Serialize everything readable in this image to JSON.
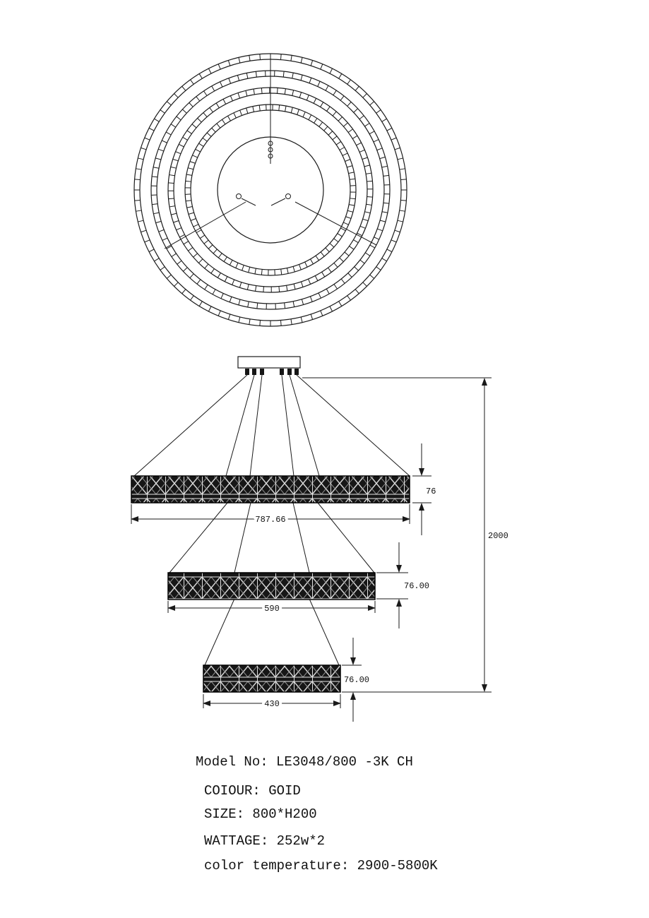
{
  "drawing": {
    "dimensions": {
      "tier1_width": "787.66",
      "tier1_height": "76",
      "tier2_width": "590",
      "tier2_height": "76.00",
      "tier3_width": "430",
      "tier3_height": "76.00",
      "overall_height": "2000"
    }
  },
  "specs": {
    "model": "Model No: LE3048/800 -3K  CH",
    "colour": "COIOUR:  GOID",
    "size": "SIZE:  800*H200",
    "wattage": "WATTAGE: 252w*2",
    "color_temperature": "color temperature: 2900-5800K"
  }
}
